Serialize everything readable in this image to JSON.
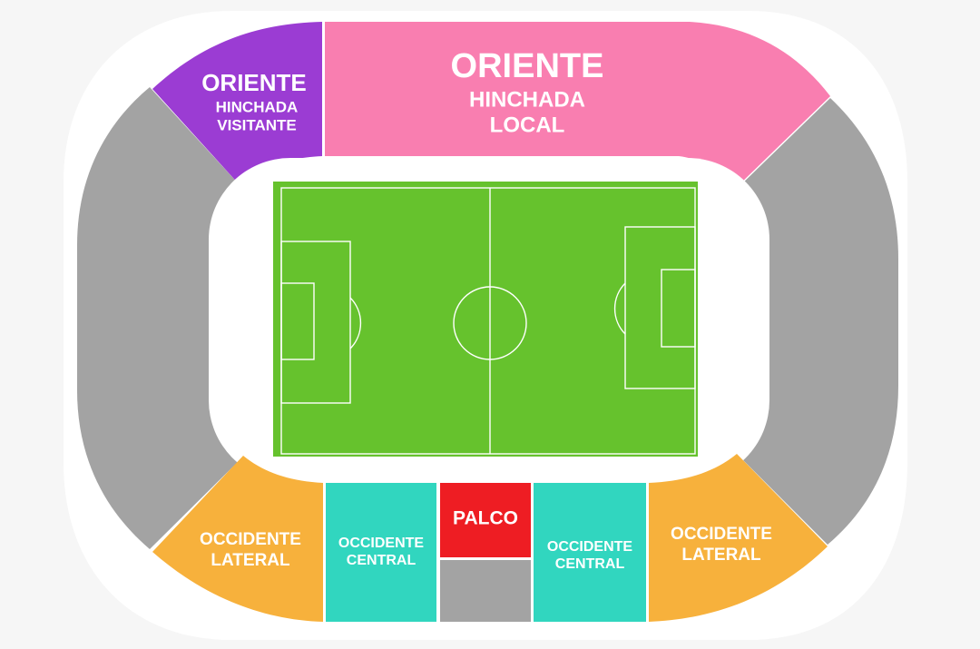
{
  "colors": {
    "background": "#f6f6f6",
    "outer_ring": "#ffffff",
    "generic_stand": "#a3a3a3",
    "oriente_visitante": "#9b3cd3",
    "oriente_local": "#f97eb0",
    "occidente_lateral": "#f7b13c",
    "occidente_central": "#31d6bf",
    "palco": "#ee1d23",
    "pitch": "#66c22d",
    "pitch_lines": "#ffffff"
  },
  "sections": {
    "oriente_visitante": {
      "line1": "ORIENTE",
      "line2": "HINCHADA",
      "line3": "VISITANTE"
    },
    "oriente_local": {
      "line1": "ORIENTE",
      "line2": "HINCHADA",
      "line3": "LOCAL"
    },
    "occidente_lateral_left": {
      "line1": "OCCIDENTE",
      "line2": "LATERAL"
    },
    "occidente_central_left": {
      "line1": "OCCIDENTE",
      "line2": "CENTRAL"
    },
    "palco": {
      "label": "PALCO"
    },
    "occidente_central_right": {
      "line1": "OCCIDENTE",
      "line2": "CENTRAL"
    },
    "occidente_lateral_right": {
      "line1": "OCCIDENTE",
      "line2": "LATERAL"
    }
  }
}
